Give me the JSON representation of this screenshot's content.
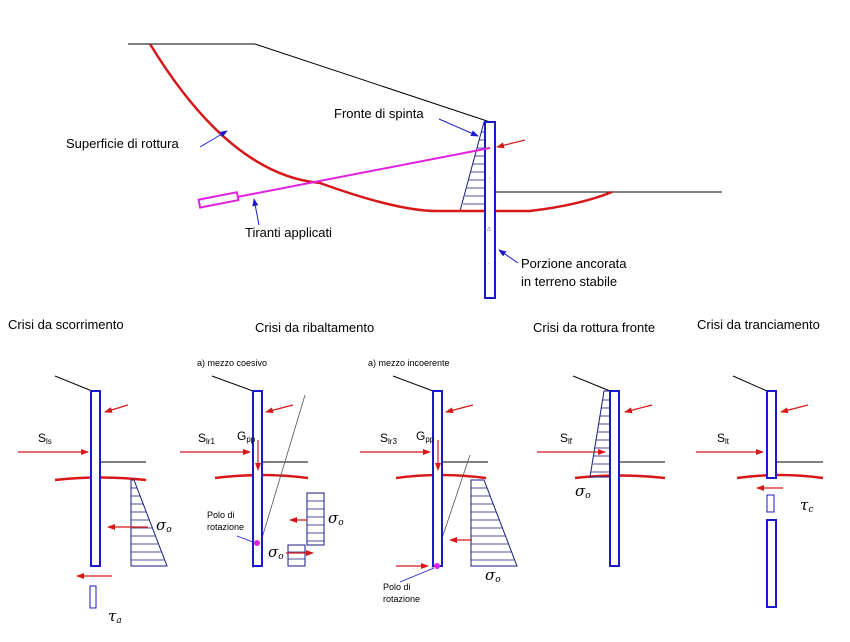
{
  "diagram": {
    "main_labels": {
      "fronte": "Fronte di spinta",
      "superficie": "Superficie di rottura",
      "tiranti": "Tiranti applicati",
      "porzione_1": "Porzione ancorata",
      "porzione_2": "in terreno stabile"
    },
    "cases": {
      "scorrimento": {
        "title": "Crisi da scorrimento",
        "force": "S",
        "force_sub": "ls",
        "sigma": "σ",
        "sigma_sub": "o",
        "tau": "τ",
        "tau_sub": "a"
      },
      "ribaltamento": {
        "title": "Crisi da ribaltamento",
        "coesivo": {
          "subtitle": "a) mezzo coesivo",
          "force": "S",
          "force_sub": "lr1",
          "weight": "G",
          "weight_sub": "pp",
          "polo_1": "Polo di",
          "polo_2": "rotazione",
          "sigma": "σ",
          "sigma_sub": "o",
          "sigma2": "σ",
          "sigma2_sub": "o"
        },
        "incoerente": {
          "subtitle": "a) mezzo incoerente",
          "force": "S",
          "force_sub": "lr3",
          "weight": "G",
          "weight_sub": "pp",
          "polo_1": "Polo di",
          "polo_2": "rotazione",
          "sigma": "σ",
          "sigma_sub": "o"
        }
      },
      "rottura_fronte": {
        "title": "Crisi da rottura fronte",
        "force": "S",
        "force_sub": "lf",
        "sigma": "σ",
        "sigma_sub": "o"
      },
      "tranciamento": {
        "title": "Crisi da tranciamento",
        "force": "S",
        "force_sub": "lt",
        "tau": "τ",
        "tau_sub": "c"
      }
    },
    "colors": {
      "wall": "#1a1acc",
      "failure_surface": "#d81818",
      "tieback": "#e020e0",
      "hatch": "#1a1a80",
      "ground": "#000000"
    }
  }
}
